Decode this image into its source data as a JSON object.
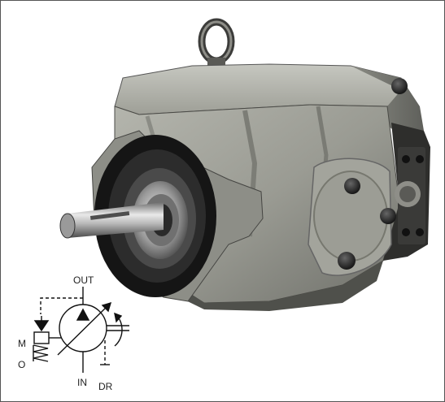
{
  "symbol": {
    "out_label": "OUT",
    "in_label": "IN",
    "m_label": "M",
    "o_label": "O",
    "dr_label": "DR"
  }
}
